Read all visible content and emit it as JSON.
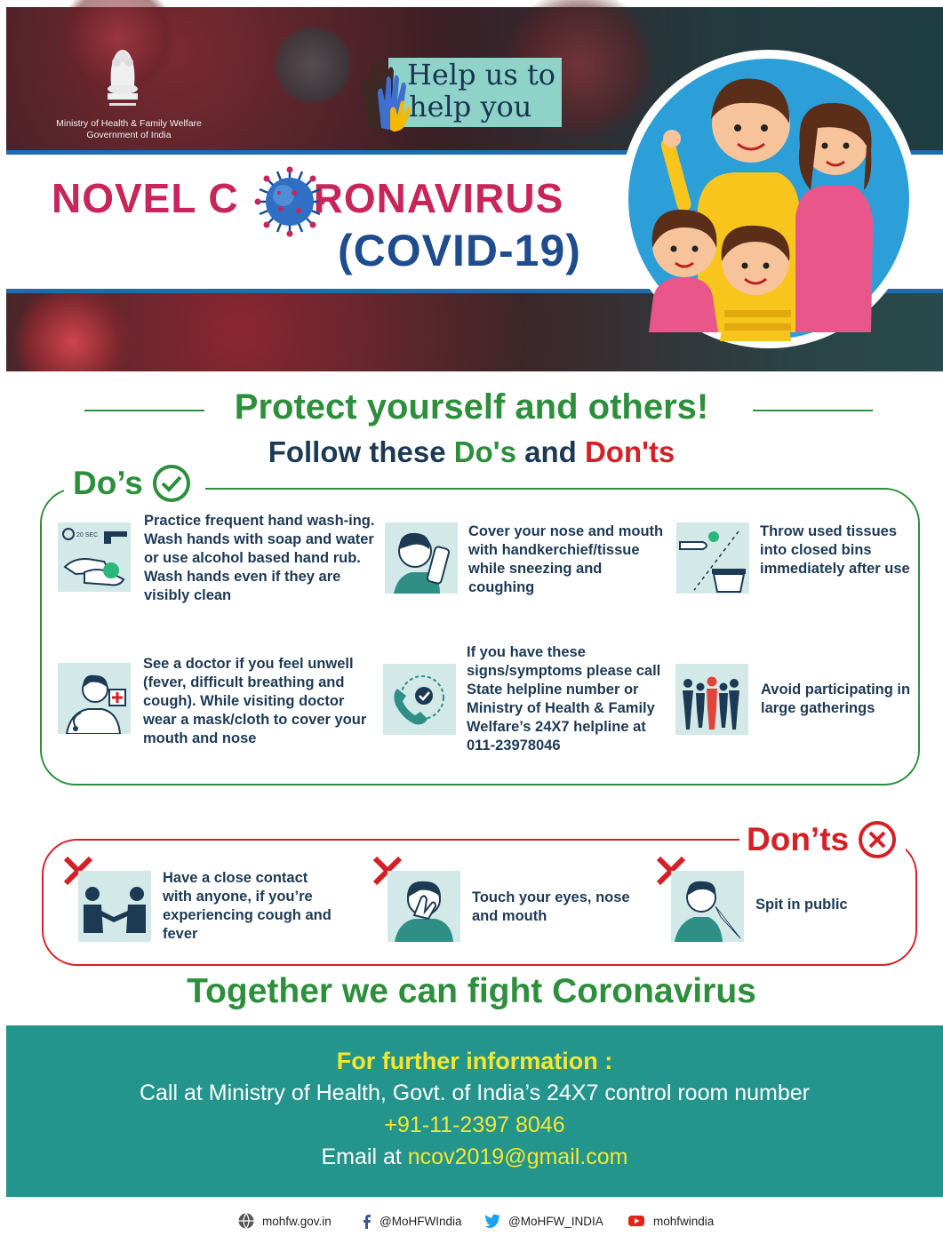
{
  "header": {
    "ministry_line1": "Ministry of Health & Family Welfare",
    "ministry_line2": "Government of India",
    "tagline_line1": "Help us to",
    "tagline_line2": "help you",
    "title_prefix": "NOVEL C",
    "title_suffix": "RONAVIRUS",
    "subtitle": "(COVID-19)"
  },
  "protect": {
    "title": "Protect yourself and others!",
    "follow_prefix": "Follow these ",
    "follow_dos": "Do's",
    "follow_and": " and ",
    "follow_donts": "Don'ts"
  },
  "dos": {
    "heading": "Do’s",
    "items": [
      {
        "text": "Practice frequent hand wash-ing. Wash hands with soap and water or use alcohol based hand rub. Wash hands even if they are visibly clean",
        "icon": "handwash-icon",
        "timer": "20 SEC"
      },
      {
        "text": "Cover your nose and mouth with handkerchief/tissue while sneezing and coughing",
        "icon": "sneeze-icon"
      },
      {
        "text": "Throw used tissues into closed bins immediately after use",
        "icon": "bin-icon"
      },
      {
        "text": "See a doctor if you feel unwell (fever, difficult breathing and cough). While visiting doctor wear a mask/cloth to cover your mouth and nose",
        "icon": "doctor-icon"
      },
      {
        "text": "If you have these signs/symptoms please call State helpline number or Ministry of Health & Family Welfare’s 24X7 helpline at 011-23978046",
        "icon": "phone-icon"
      },
      {
        "text": "Avoid participating in large gatherings",
        "icon": "crowd-icon"
      }
    ]
  },
  "donts": {
    "heading": "Don’ts",
    "items": [
      {
        "text": "Have a close contact with anyone, if you’re experiencing cough and fever",
        "icon": "handshake-icon"
      },
      {
        "text": "Touch your eyes, nose and mouth",
        "icon": "face-touch-icon"
      },
      {
        "text": "Spit in public",
        "icon": "spit-icon"
      }
    ]
  },
  "together": "Together we can fight Coronavirus",
  "footer": {
    "title": "For further information :",
    "call": "Call at Ministry of Health, Govt. of India’s  24X7 control room number",
    "phone": "+91-11-2397 8046",
    "email_label": "Email at ",
    "email": "ncov2019@gmail.com"
  },
  "social": {
    "website": "mohfw.gov.in",
    "facebook": "@MoHFWIndia",
    "twitter": "@MoHFW_INDIA",
    "youtube": "mohfwindia"
  },
  "colors": {
    "green": "#2d8f3c",
    "red": "#d62027",
    "navy": "#1d3a55",
    "teal": "#23958d",
    "yellow": "#f4e631",
    "magenta": "#c8255a",
    "blue": "#1f4c8e"
  }
}
